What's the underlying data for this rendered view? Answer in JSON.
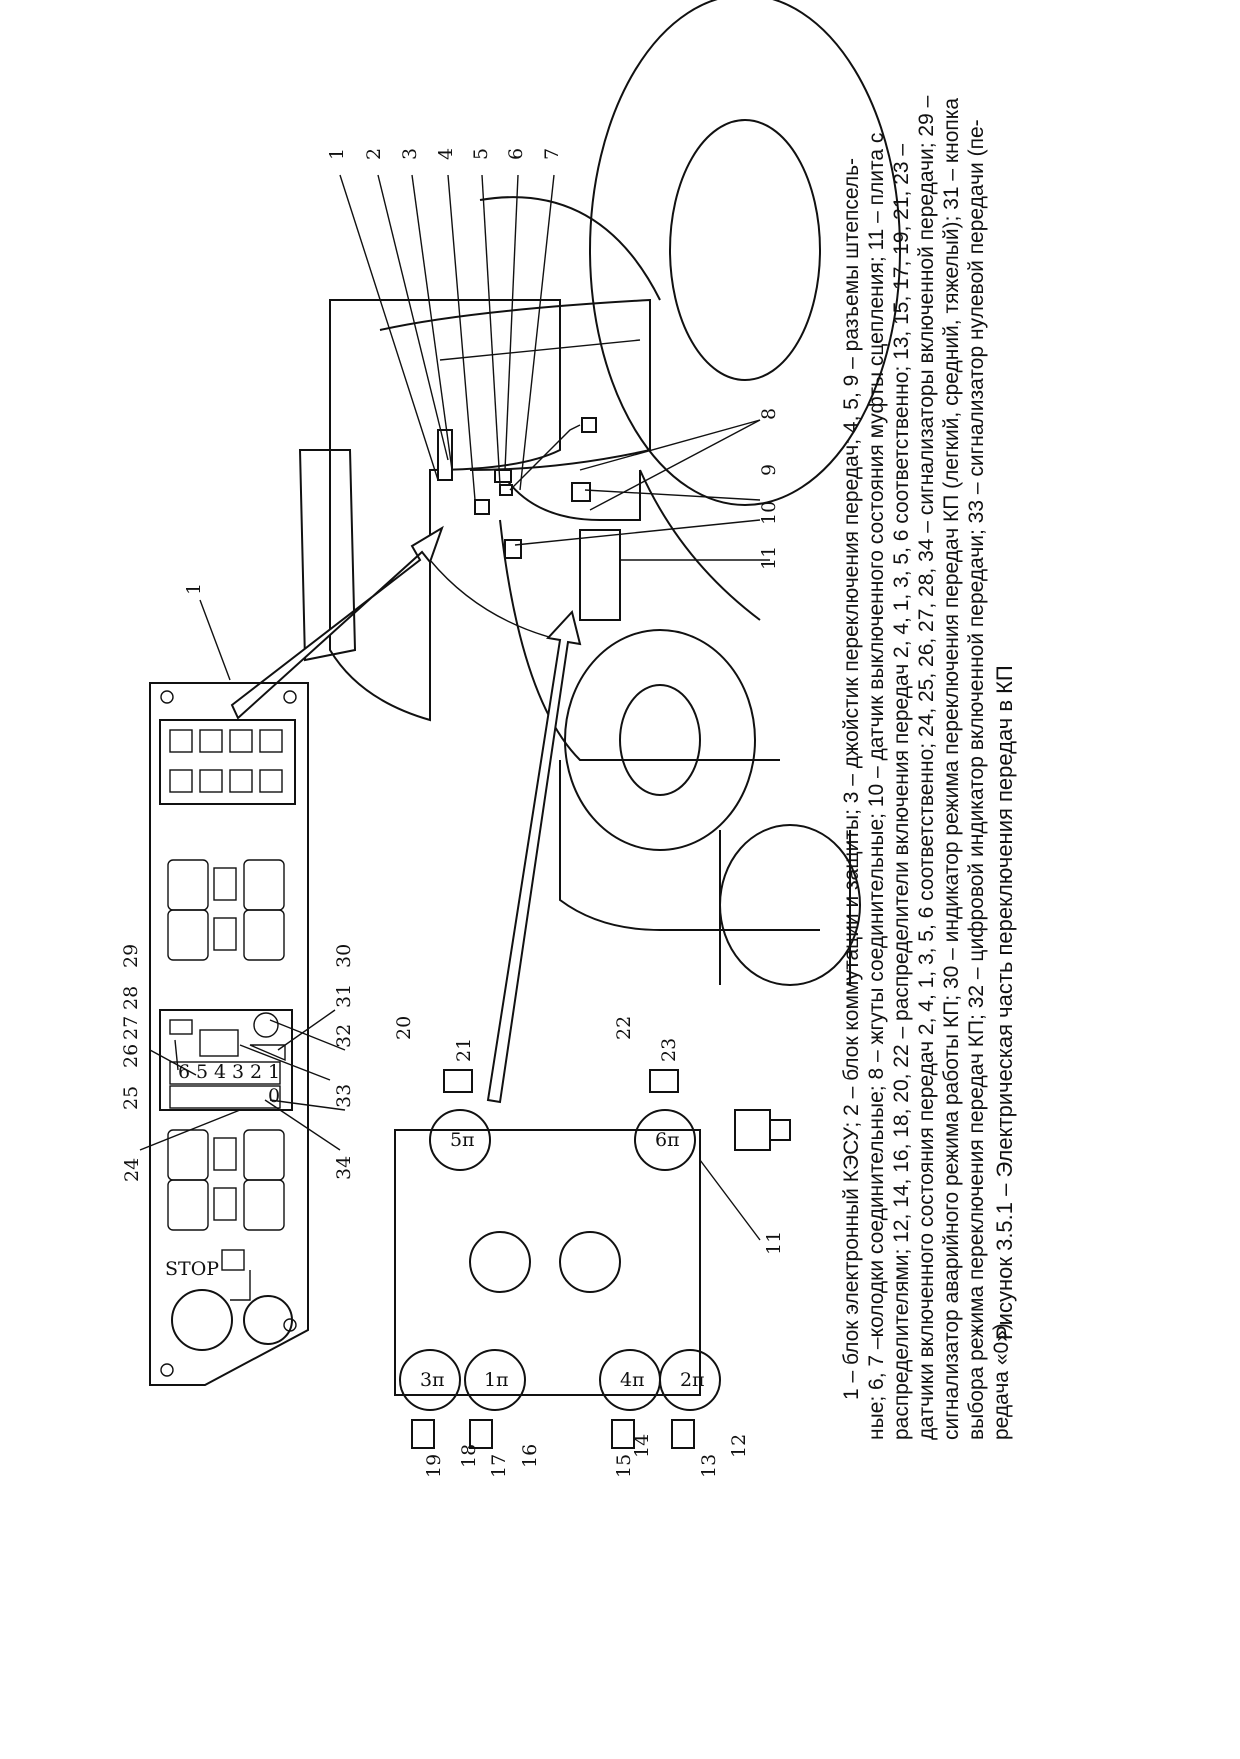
{
  "callouts": [
    "1",
    "2",
    "3",
    "4",
    "5",
    "6",
    "7",
    "8",
    "9",
    "10",
    "11",
    "12",
    "13",
    "14",
    "15",
    "16",
    "17",
    "18",
    "19",
    "20",
    "21",
    "22",
    "23",
    "24",
    "25",
    "26",
    "27",
    "28",
    "29",
    "30",
    "31",
    "32",
    "33",
    "34"
  ],
  "valve_labels": [
    "3п",
    "1п",
    "4п",
    "2п",
    "5п",
    "6п"
  ],
  "panel_digits": [
    "6",
    "5",
    "4",
    "3",
    "2",
    "1",
    "0"
  ],
  "panel_mark": "STOP",
  "figure_caption": "Рисунок 3.5.1 – Электрическая часть переключения передач в КП",
  "legend_lines": [
    "1 – блок электронный КЭСУ; 2 – блок коммутации и защиты; 3 – джойстик переключения передач; 4, 5, 9 – разъемы штепсель-",
    "ные; 6, 7 –колодки соединительные; 8 – жгуты соединительные; 10 – датчик выключенного состояния муфты сцепления; 11 – плита с",
    "распределителями; 12, 14, 16, 18, 20, 22 – распределители включения передач 2, 4, 1, 3, 5, 6 соответственно; 13, 15, 17, 19, 21, 23 –",
    "датчики включенного состояния передач 2, 4, 1, 3, 5, 6 соответственно; 24, 25, 26, 27, 28, 34 – сигнализаторы включенной передачи; 29 –",
    "сигнализатор аварийного режима работы КП; 30 – индикатор режима переключения передач КП (легкий, средний, тяжелый); 31 – кнопка",
    "выбора режима переключения передач КП; 32 – цифровой индикатор включенной передачи; 33 – сигнализатор нулевой передачи (пе-",
    "редача «0»)."
  ]
}
